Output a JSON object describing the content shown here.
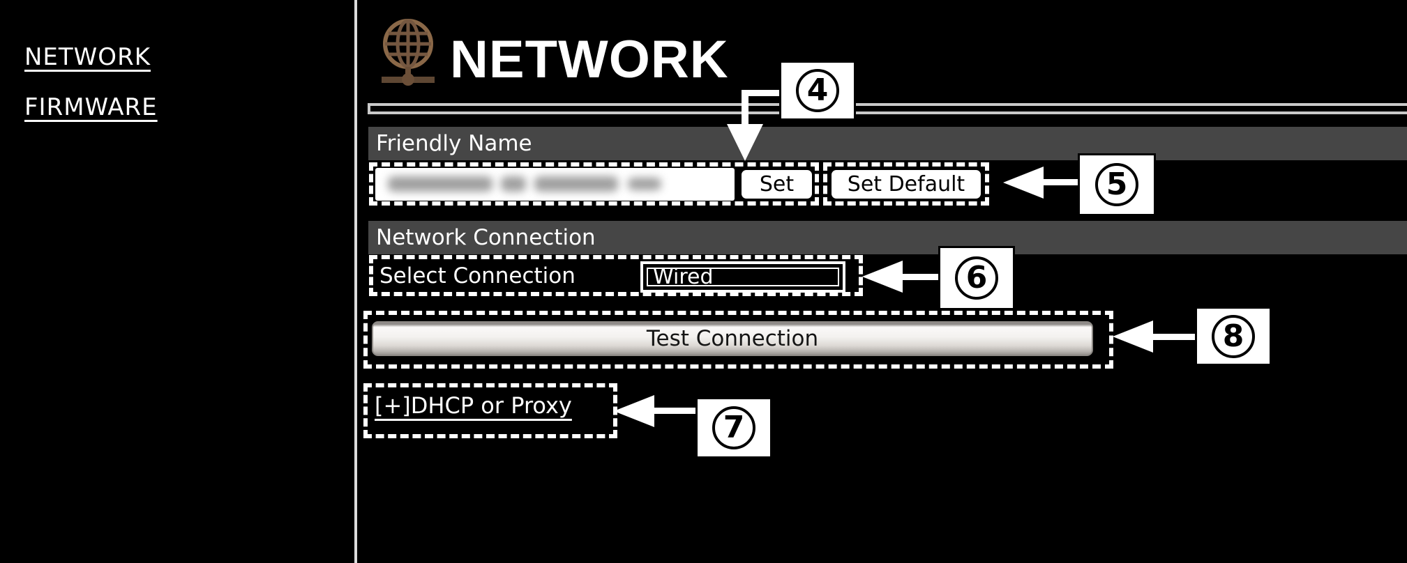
{
  "sidebar": {
    "items": [
      {
        "label": "NETWORK"
      },
      {
        "label": "FIRMWARE"
      }
    ]
  },
  "header": {
    "title": "NETWORK",
    "icon": "globe-network"
  },
  "friendly_name": {
    "section_title": "Friendly Name",
    "input_value_obscured": true,
    "set_button_label": "Set",
    "set_default_button_label": "Set Default"
  },
  "network_connection": {
    "section_title": "Network Connection",
    "select_connection_label": "Select Connection",
    "selected_connection": "Wired",
    "test_connection_label": "Test Connection",
    "dhcp_proxy_label": "[+]DHCP or Proxy"
  },
  "callouts": {
    "set": "4",
    "set_default": "5",
    "select_connection": "6",
    "dhcp_proxy": "7",
    "test_connection": "8"
  },
  "colors": {
    "section_bar": "#464646",
    "icon_brown": "#8a6848",
    "icon_brown_dark": "#5e4733",
    "divider": "#dcdcdc",
    "rule": "#c9c9c9"
  }
}
